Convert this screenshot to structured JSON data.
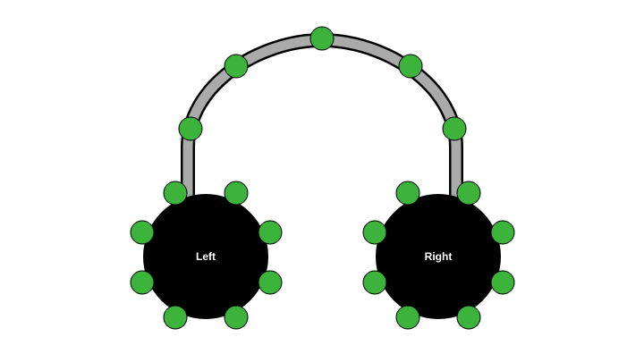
{
  "ears": {
    "left": {
      "label": "Left"
    },
    "right": {
      "label": "Right"
    }
  },
  "colors": {
    "background": "#ffffff",
    "headband_fill": "#aaaaaa",
    "outline": "#000000",
    "earcup": "#000000",
    "node": "#3cb43c",
    "label_text": "#ffffff"
  },
  "icons": {
    "headband": "headband-arc",
    "earcup": "filled-circle",
    "node": "green-dot"
  }
}
